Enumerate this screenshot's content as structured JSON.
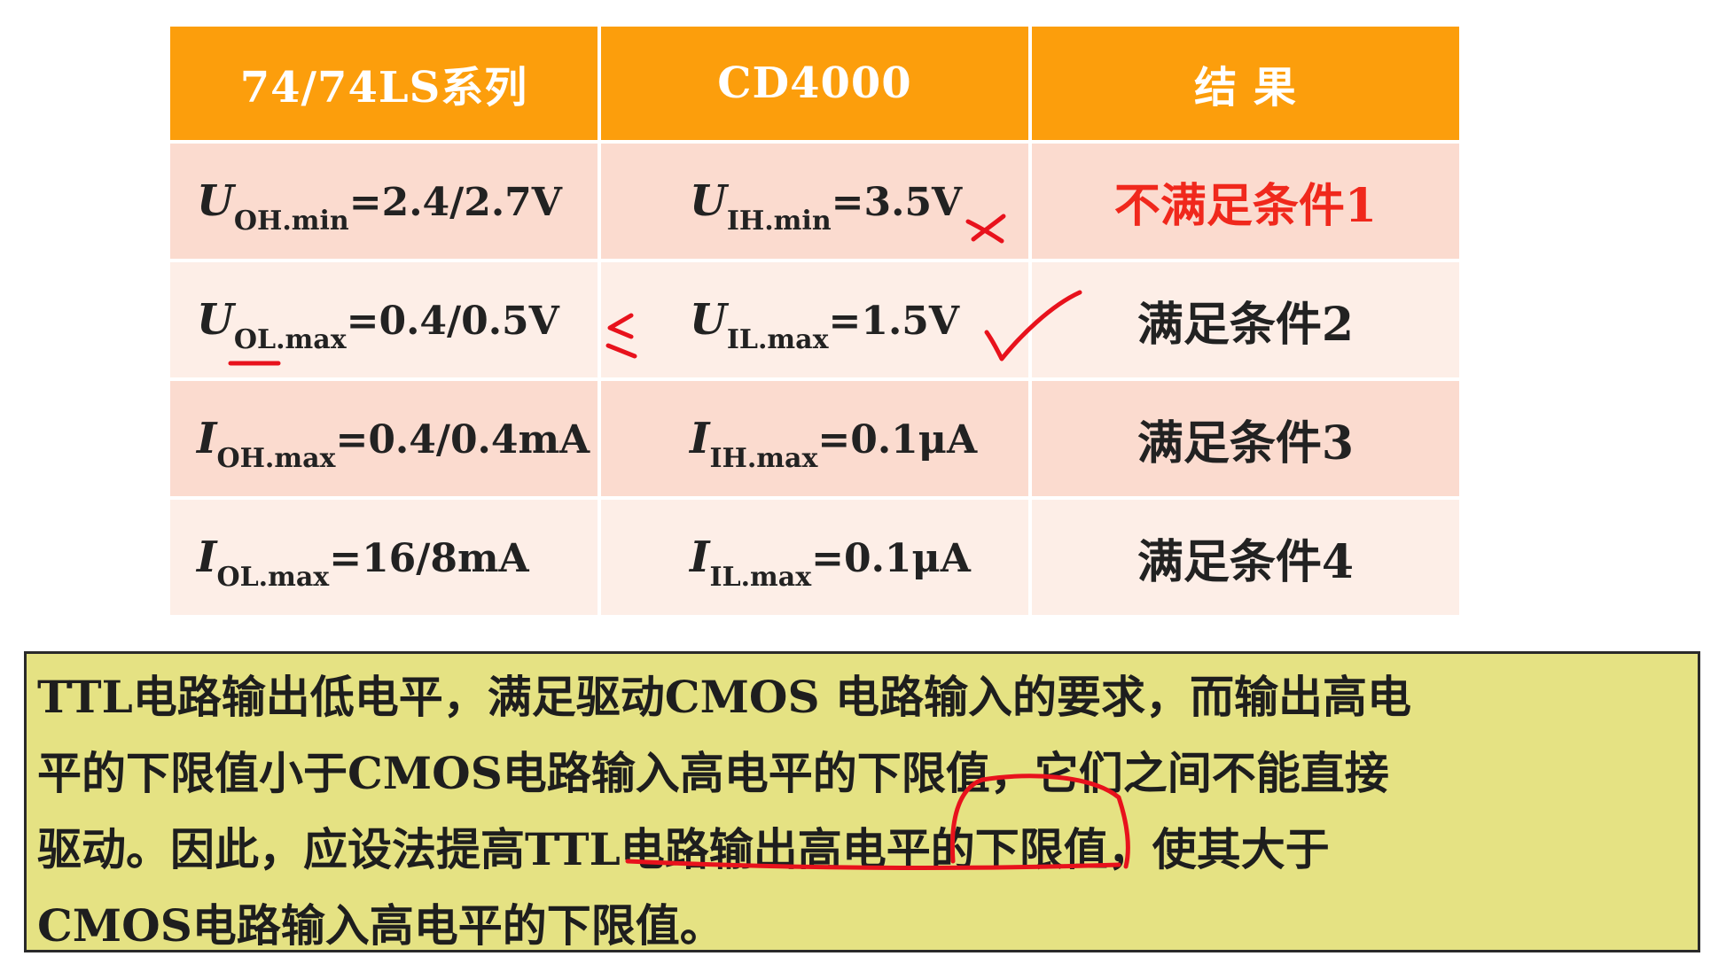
{
  "table": {
    "headers": [
      "74/74LS系列",
      "CD4000",
      "结  果"
    ],
    "rows": [
      {
        "ttl_var": "U",
        "ttl_sub": "OH.min",
        "ttl_val": "=2.4/2.7V",
        "cmos_var": "U",
        "cmos_sub": "IH.min",
        "cmos_val": "=3.5V",
        "result": "不满足条件1"
      },
      {
        "ttl_var": "U",
        "ttl_sub": "OL.max",
        "ttl_val": "=0.4/0.5V",
        "cmos_var": "U",
        "cmos_sub": "IL.max",
        "cmos_val": "=1.5V",
        "result": "满足条件2"
      },
      {
        "ttl_var": "I",
        "ttl_sub": "OH.max",
        "ttl_val": "=0.4/0.4mA",
        "cmos_var": "I",
        "cmos_sub": "IH.max",
        "cmos_val": "=0.1μA",
        "result": "满足条件3"
      },
      {
        "ttl_var": "I",
        "ttl_sub": "OL.max",
        "ttl_val": "=16/8mA",
        "cmos_var": "I",
        "cmos_sub": "IL.max",
        "cmos_val": "=0.1μA",
        "result": "满足条件4"
      }
    ]
  },
  "note": {
    "lines": [
      "TTL电路输出低电平，满足驱动CMOS 电路输入的要求，而输出高电",
      "平的下限值小于CMOS电路输入高电平的下限值，它们之间不能直接",
      "驱动。因此，应设法提高TTL电路输出高电平的下限值，使其大于",
      "CMOS电路输入高电平的下限值。"
    ]
  },
  "colors": {
    "header_bg": "#fc9e0c",
    "row_dark": "#fbdbcf",
    "row_light": "#fdeee7",
    "warning_text": "#f0281c",
    "note_bg": "#e5e283",
    "annotation": "#e8121c"
  }
}
